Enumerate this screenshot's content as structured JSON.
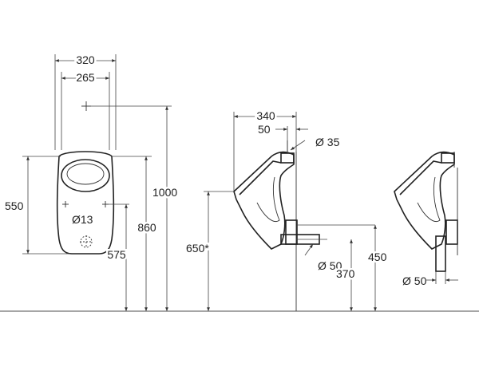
{
  "front_view": {
    "width_outer": "320",
    "width_inner": "265",
    "height_total": "550",
    "drain_hole": "Ø13",
    "top_height": "1000",
    "rim_height": "860",
    "inlet_height": "575"
  },
  "side_view": {
    "depth": "340",
    "inlet_offset": "50",
    "inlet_diameter": "Ø 35",
    "mount_height": "650*",
    "outlet_diameter": "Ø 50",
    "outlet_height": "370",
    "drain_height": "450"
  },
  "side_view_alt": {
    "outlet_diameter": "Ø 50"
  }
}
